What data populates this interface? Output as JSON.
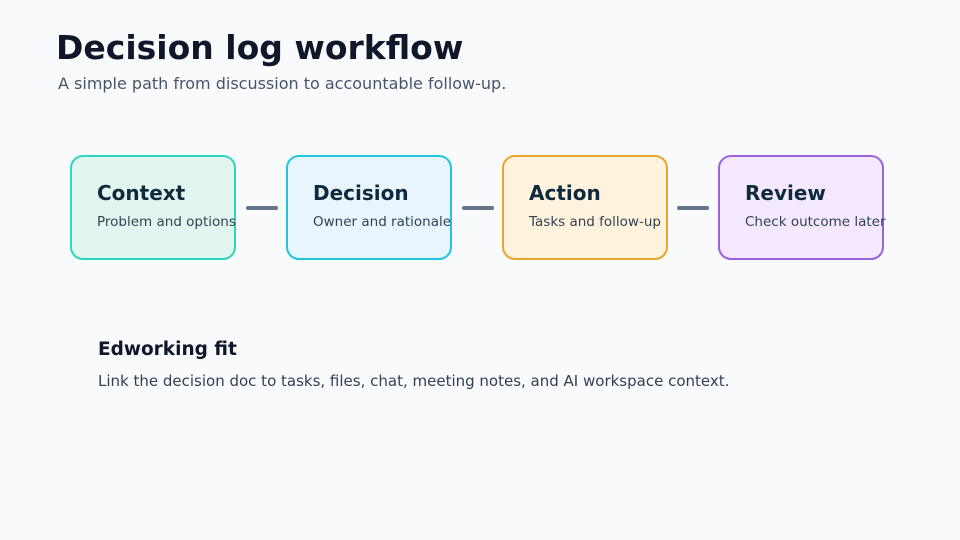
{
  "header": {
    "title": "Decision log workflow",
    "subtitle": "A simple path from discussion to accountable follow-up."
  },
  "steps": [
    {
      "title": "Context",
      "description": "Problem and options",
      "border_color": "#2dd4bf",
      "fill_color": "#e0f6ee"
    },
    {
      "title": "Decision",
      "description": "Owner and rationale",
      "border_color": "#22c5e0",
      "fill_color": "#e8f5fd"
    },
    {
      "title": "Action",
      "description": "Tasks and follow-up",
      "border_color": "#eaa62a",
      "fill_color": "#fff3dd"
    },
    {
      "title": "Review",
      "description": "Check outcome later",
      "border_color": "#9b63e0",
      "fill_color": "#f3e8fe"
    }
  ],
  "fit": {
    "title": "Edworking fit",
    "body": "Link the decision doc to tasks, files, chat, meeting notes, and AI workspace context."
  }
}
